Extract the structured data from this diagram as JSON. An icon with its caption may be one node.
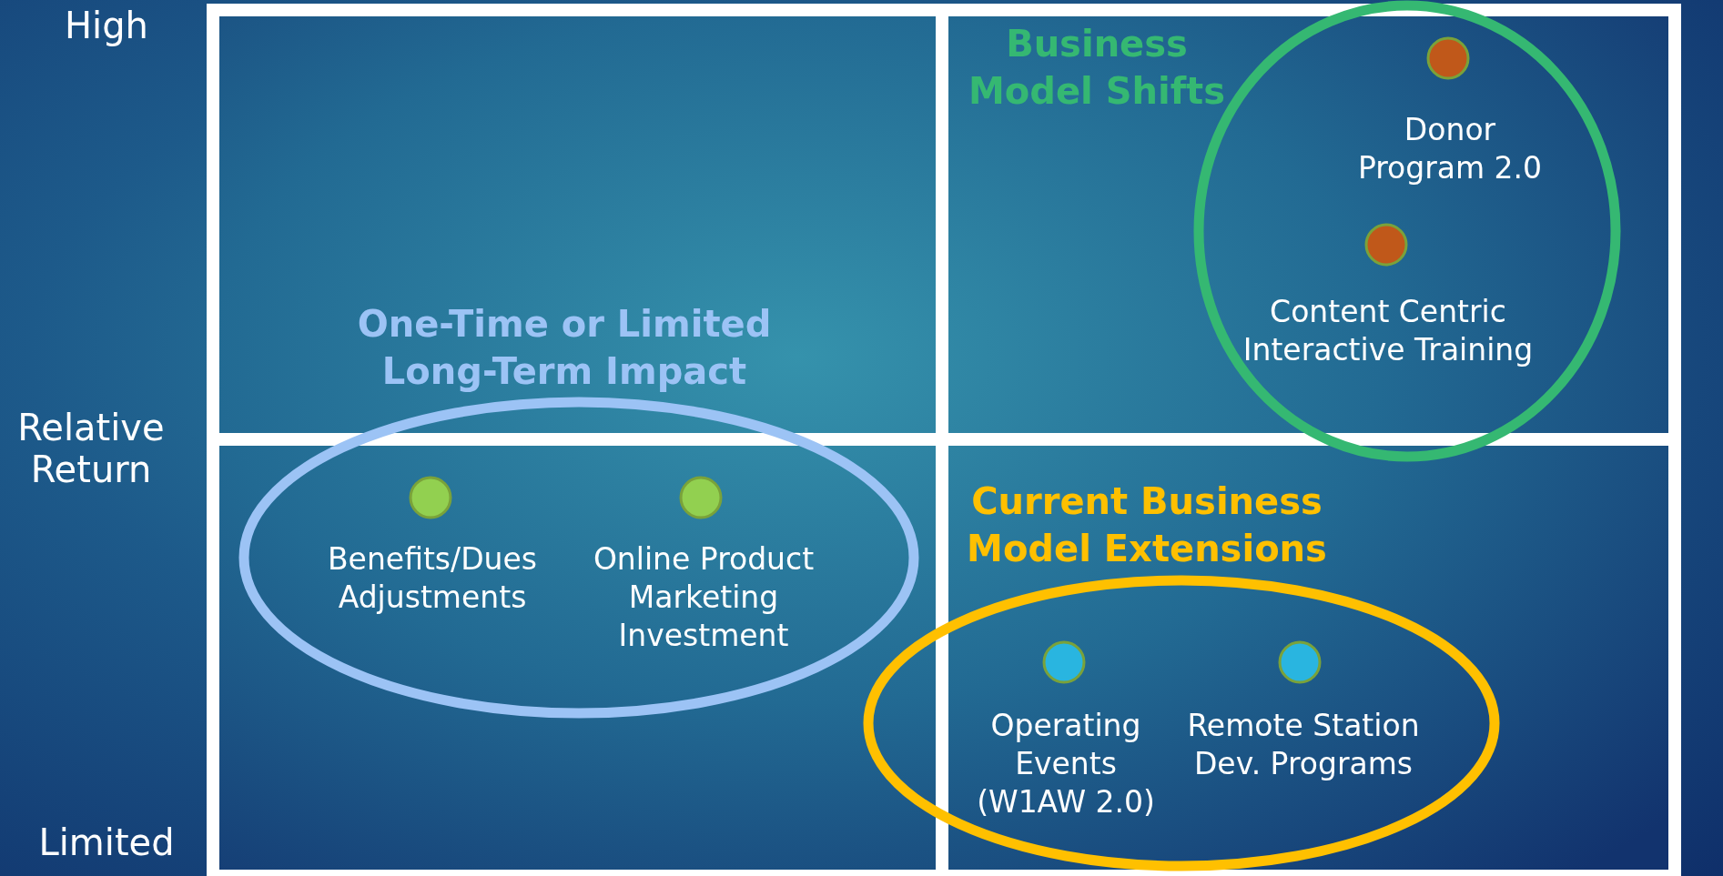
{
  "diagram": {
    "nodes": [
      {
        "text": [
          "Business Model Shifts"
        ]
      },
      {
        "text": [
          "Donor Program 2.0"
        ],
        "in": 0
      },
      {
        "text": [
          "Content Centric Interactive Training"
        ],
        "in": 0
      },
      {
        "text": [
          "One-Time or Limited Long-Term Impact"
        ]
      },
      {
        "text": [
          "Benefits/Dues Adjustments"
        ],
        "in": 3
      },
      {
        "text": [
          "Online Product Marketing Investment"
        ],
        "in": 3
      },
      {
        "text": [
          "Current Business Model Extensions"
        ]
      },
      {
        "text": [
          "Operating Events (W1AW 2.0)"
        ],
        "in": 6
      },
      {
        "text": [
          "Remote Station Dev. Programs"
        ],
        "in": 6
      }
    ],
    "edges": [],
    "labels": [
      "High",
      "Relative Return",
      "Limited"
    ]
  }
}
